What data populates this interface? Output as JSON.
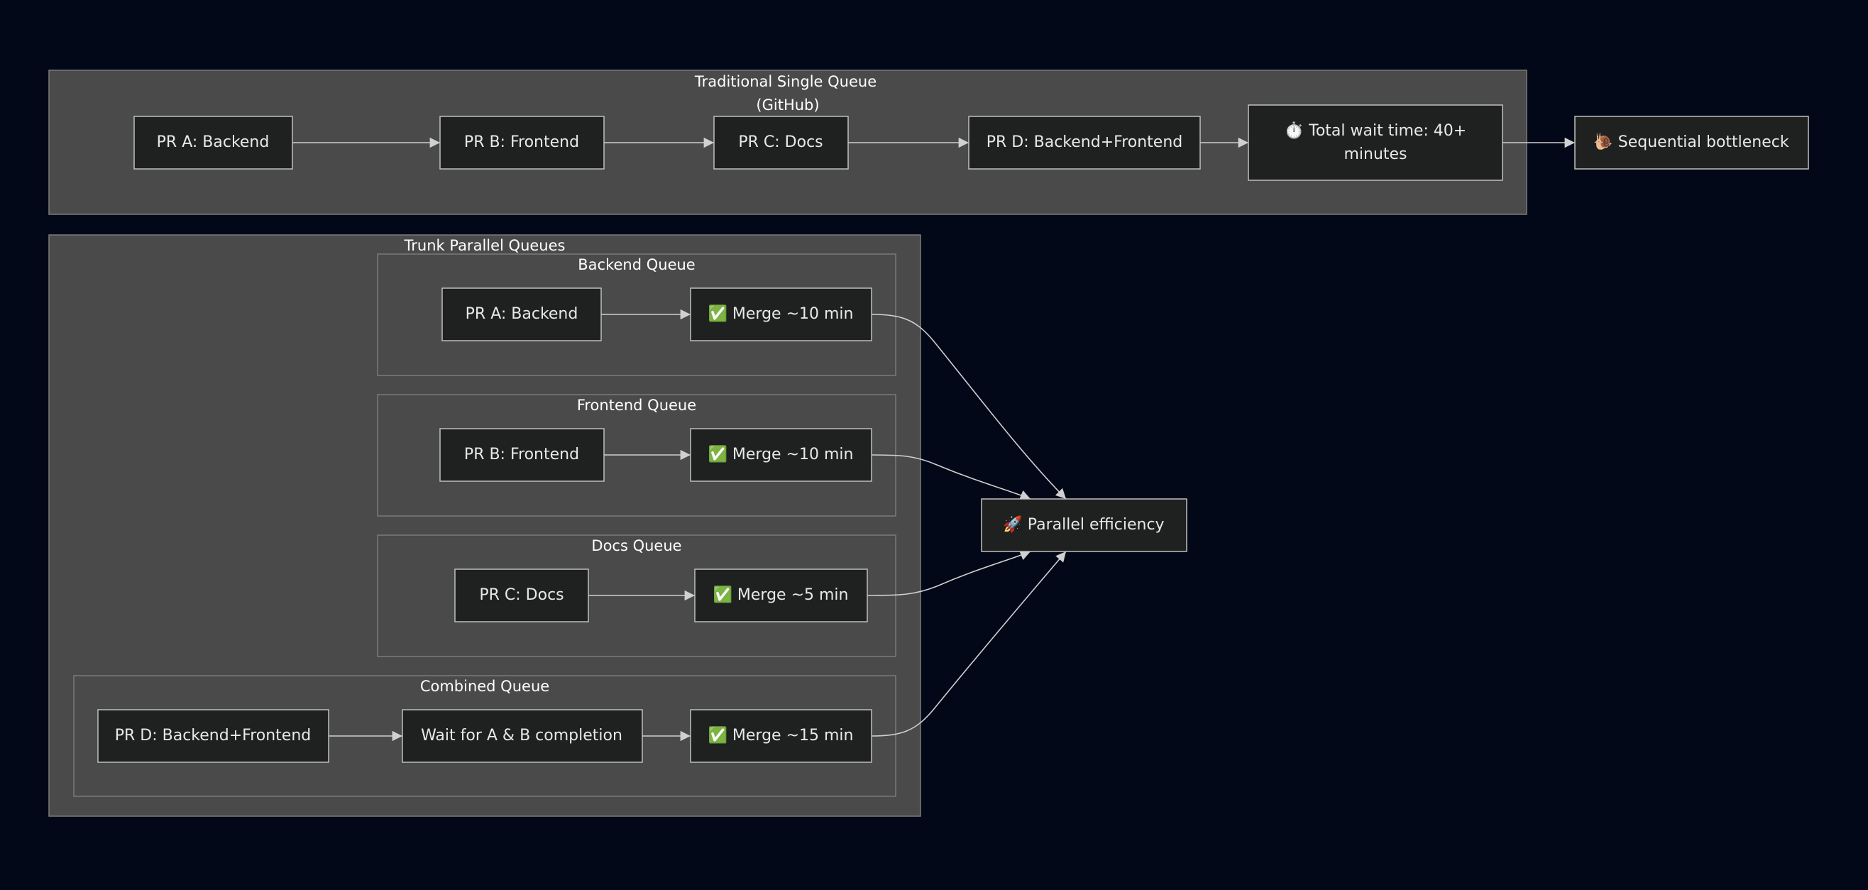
{
  "clusters": {
    "traditional": {
      "title_line1": "Traditional Single Queue",
      "title_line2": "(GitHub)"
    },
    "trunk": {
      "title": "Trunk Parallel Queues"
    },
    "backend": {
      "title": "Backend Queue"
    },
    "frontend": {
      "title": "Frontend Queue"
    },
    "docs": {
      "title": "Docs Queue"
    },
    "combined": {
      "title": "Combined Queue"
    }
  },
  "nodes": {
    "t_pr_a": {
      "label": "PR A: Backend"
    },
    "t_pr_b": {
      "label": "PR B: Frontend"
    },
    "t_pr_c": {
      "label": "PR C: Docs"
    },
    "t_pr_d": {
      "label": "PR D: Backend+Frontend"
    },
    "t_total": {
      "icon": "stopwatch-icon",
      "line1": "⏱️ Total wait time: 40+",
      "line2": "minutes"
    },
    "t_bottleneck": {
      "icon": "snail-icon",
      "label": "🐌 Sequential bottleneck"
    },
    "b_pr_a": {
      "label": "PR A: Backend"
    },
    "b_merge": {
      "icon": "check-mark-icon",
      "label": "✅ Merge ~10 min"
    },
    "f_pr_b": {
      "label": "PR B: Frontend"
    },
    "f_merge": {
      "icon": "check-mark-icon",
      "label": "✅ Merge ~10 min"
    },
    "d_pr_c": {
      "label": "PR C: Docs"
    },
    "d_merge": {
      "icon": "check-mark-icon",
      "label": "✅ Merge ~5 min"
    },
    "c_pr_d": {
      "label": "PR D: Backend+Frontend"
    },
    "c_wait": {
      "label": "Wait for A & B completion"
    },
    "c_merge": {
      "icon": "check-mark-icon",
      "label": "✅ Merge ~15 min"
    },
    "efficiency": {
      "icon": "rocket-icon",
      "label": "🚀 Parallel efficiency"
    }
  },
  "colors": {
    "background": "#020817",
    "cluster_fill": "#4a4a4a",
    "node_fill": "#1f2020",
    "node_border": "#bfbfbf",
    "edge": "#d0d0d0"
  }
}
